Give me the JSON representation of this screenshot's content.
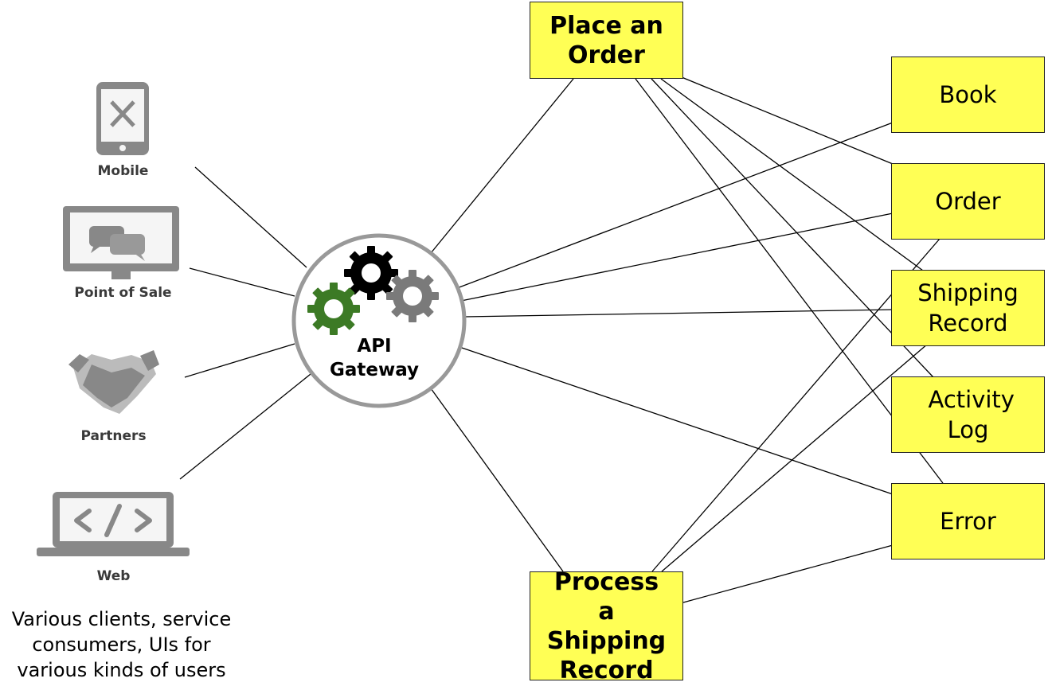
{
  "clients": [
    {
      "label": "Mobile",
      "icon": "mobile-phone-icon"
    },
    {
      "label": "Point of Sale",
      "icon": "monitor-chat-icon"
    },
    {
      "label": "Partners",
      "icon": "handshake-icon"
    },
    {
      "label": "Web",
      "icon": "laptop-code-icon"
    }
  ],
  "caption": "Various clients, service consumers, UIs for various kinds of users",
  "gateway": {
    "label": "API Gateway",
    "icon": "gears-icon",
    "gear_colors": {
      "black": "#000000",
      "green": "#3c7a25",
      "gray": "#7a7a7a"
    }
  },
  "operations": [
    {
      "label": "Place an Order"
    },
    {
      "label": "Process a Shipping Record"
    }
  ],
  "entities": [
    {
      "label": "Book"
    },
    {
      "label": "Order"
    },
    {
      "label": "Shipping Record"
    },
    {
      "label": "Activity Log"
    },
    {
      "label": "Error"
    }
  ],
  "colors": {
    "box_fill": "#ffff55",
    "line": "#000000"
  }
}
